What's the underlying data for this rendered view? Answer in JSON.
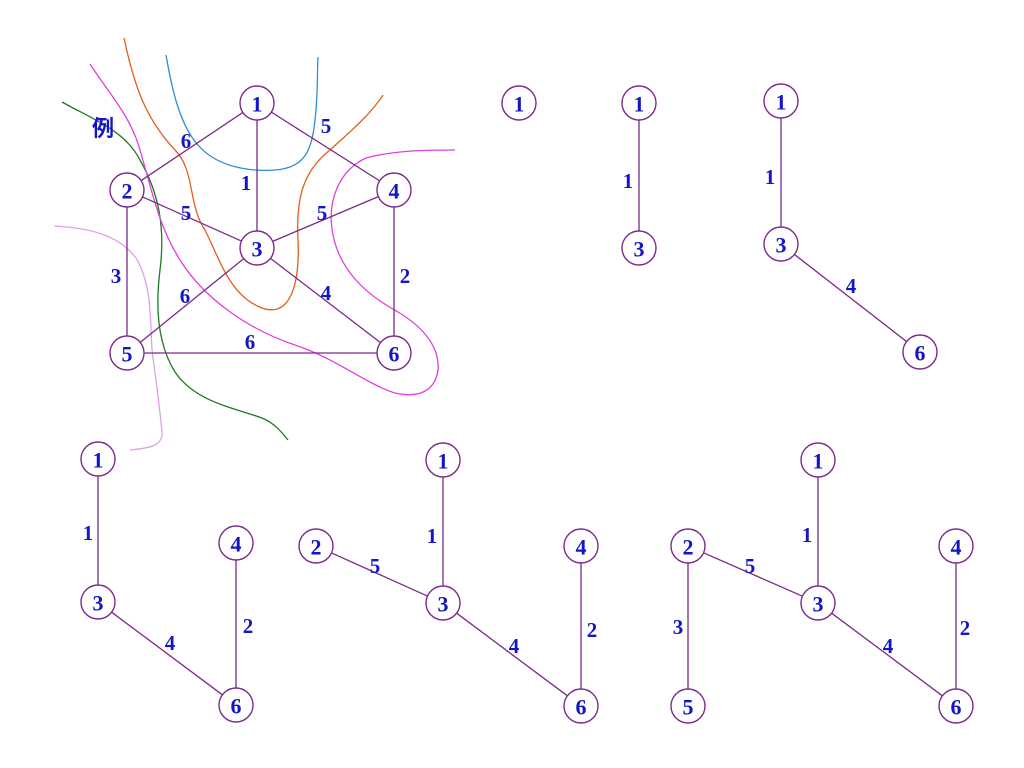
{
  "title": "例",
  "colors": {
    "node_text": "#1515c8",
    "edge": "#7a2a8a",
    "cut_green": "#1f7a1f",
    "cut_orange": "#e0601a",
    "cut_blue": "#2a8fd4",
    "cut_magenta": "#e040e0",
    "cut_pink": "#e0a0e8"
  },
  "diagrams": [
    {
      "id": "original-graph",
      "nodes": [
        {
          "label": "1"
        },
        {
          "label": "2"
        },
        {
          "label": "3"
        },
        {
          "label": "4"
        },
        {
          "label": "5"
        },
        {
          "label": "6"
        }
      ],
      "edges": [
        {
          "from": "1",
          "to": "2",
          "weight": "6"
        },
        {
          "from": "1",
          "to": "3",
          "weight": "1"
        },
        {
          "from": "1",
          "to": "4",
          "weight": "5"
        },
        {
          "from": "2",
          "to": "3",
          "weight": "5"
        },
        {
          "from": "3",
          "to": "4",
          "weight": "5"
        },
        {
          "from": "2",
          "to": "5",
          "weight": "3"
        },
        {
          "from": "3",
          "to": "5",
          "weight": "6"
        },
        {
          "from": "3",
          "to": "6",
          "weight": "4"
        },
        {
          "from": "4",
          "to": "6",
          "weight": "2"
        },
        {
          "from": "5",
          "to": "6",
          "weight": "6"
        }
      ]
    },
    {
      "id": "step-1",
      "nodes": [
        {
          "label": "1"
        }
      ],
      "edges": []
    },
    {
      "id": "step-2",
      "nodes": [
        {
          "label": "1"
        },
        {
          "label": "3"
        }
      ],
      "edges": [
        {
          "from": "1",
          "to": "3",
          "weight": "1"
        }
      ]
    },
    {
      "id": "step-3",
      "nodes": [
        {
          "label": "1"
        },
        {
          "label": "3"
        },
        {
          "label": "6"
        }
      ],
      "edges": [
        {
          "from": "1",
          "to": "3",
          "weight": "1"
        },
        {
          "from": "3",
          "to": "6",
          "weight": "4"
        }
      ]
    },
    {
      "id": "step-4",
      "nodes": [
        {
          "label": "1"
        },
        {
          "label": "3"
        },
        {
          "label": "4"
        },
        {
          "label": "6"
        }
      ],
      "edges": [
        {
          "from": "1",
          "to": "3",
          "weight": "1"
        },
        {
          "from": "3",
          "to": "6",
          "weight": "4"
        },
        {
          "from": "4",
          "to": "6",
          "weight": "2"
        }
      ]
    },
    {
      "id": "step-5",
      "nodes": [
        {
          "label": "2"
        },
        {
          "label": "1"
        },
        {
          "label": "3"
        },
        {
          "label": "4"
        },
        {
          "label": "6"
        }
      ],
      "edges": [
        {
          "from": "1",
          "to": "3",
          "weight": "1"
        },
        {
          "from": "2",
          "to": "3",
          "weight": "5"
        },
        {
          "from": "3",
          "to": "6",
          "weight": "4"
        },
        {
          "from": "4",
          "to": "6",
          "weight": "2"
        }
      ]
    },
    {
      "id": "step-6",
      "nodes": [
        {
          "label": "2"
        },
        {
          "label": "1"
        },
        {
          "label": "3"
        },
        {
          "label": "4"
        },
        {
          "label": "5"
        },
        {
          "label": "6"
        }
      ],
      "edges": [
        {
          "from": "1",
          "to": "3",
          "weight": "1"
        },
        {
          "from": "2",
          "to": "3",
          "weight": "5"
        },
        {
          "from": "2",
          "to": "5",
          "weight": "3"
        },
        {
          "from": "3",
          "to": "6",
          "weight": "4"
        },
        {
          "from": "4",
          "to": "6",
          "weight": "2"
        }
      ]
    }
  ]
}
